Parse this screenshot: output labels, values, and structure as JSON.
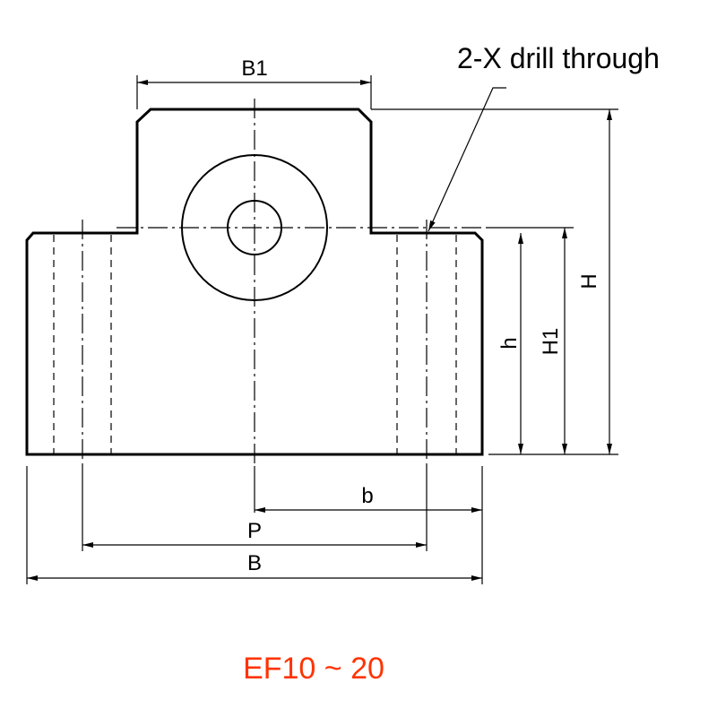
{
  "labels": {
    "b1": "B1",
    "h_total": "H",
    "h_lower": "h",
    "h1": "H1",
    "b_half": "b",
    "p": "P",
    "b": "B"
  },
  "note": "2-X drill through",
  "model": "EF10 ~ 20",
  "colors": {
    "model_text": "#ff3300",
    "line": "#000000"
  }
}
